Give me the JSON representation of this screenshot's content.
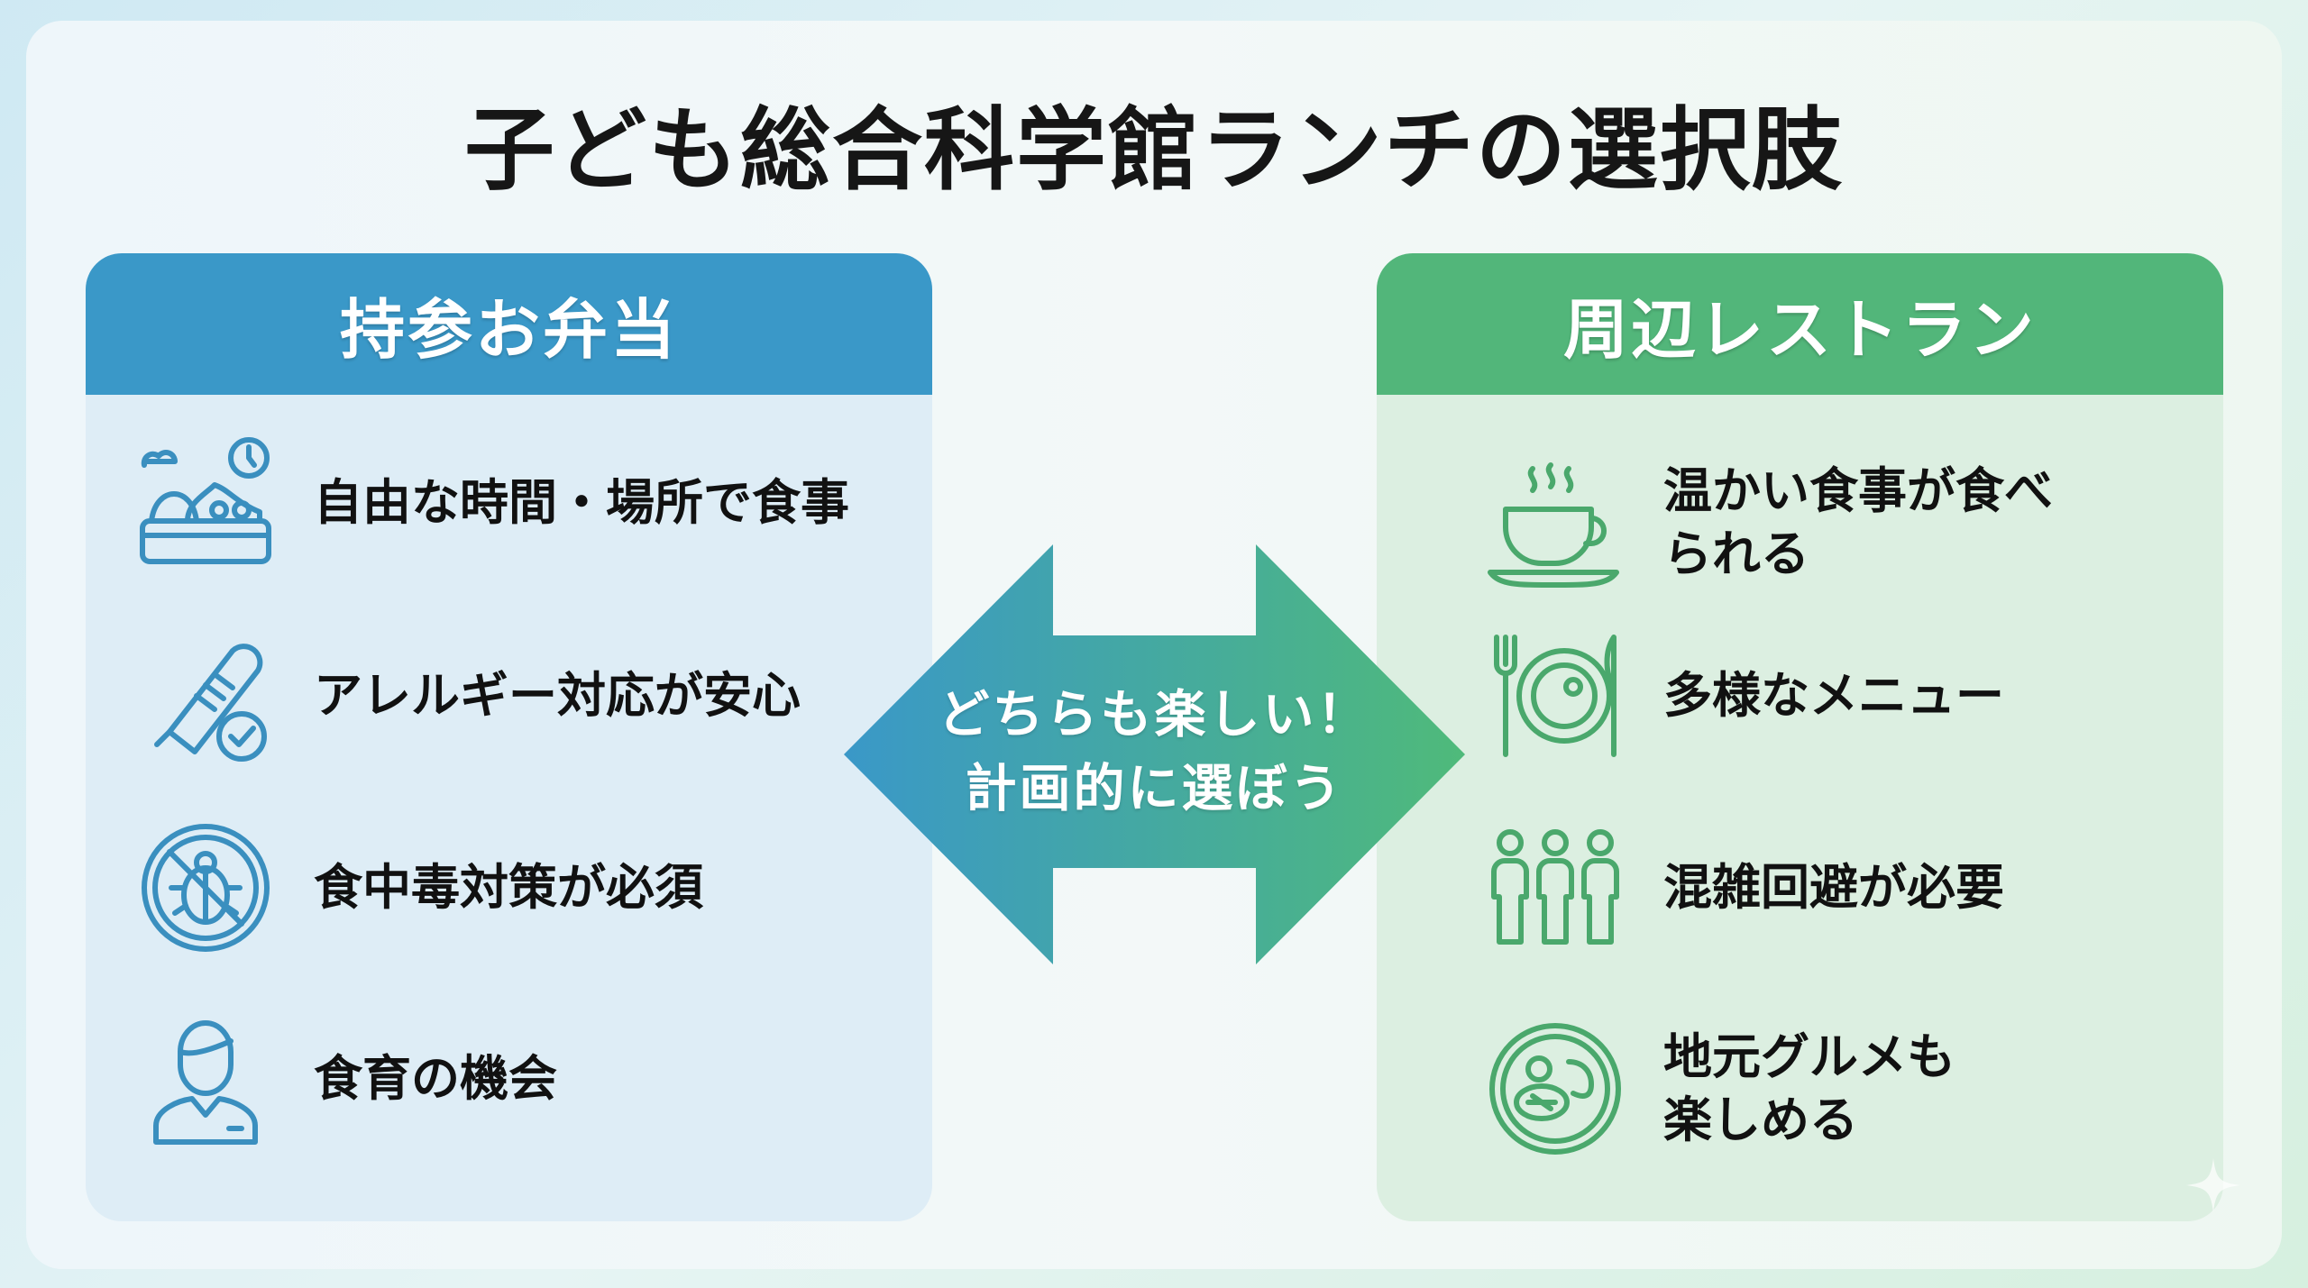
{
  "title": "子ども総合科学館ランチの選択肢",
  "left_panel": {
    "heading": "持参お弁当",
    "color": "#3a98c8",
    "items": [
      {
        "icon": "bento-icon",
        "text": "自由な時間・場所で食事"
      },
      {
        "icon": "allergy-check-icon",
        "text": "アレルギー対応が安心"
      },
      {
        "icon": "no-bug-icon",
        "text": "食中毒対策が必須"
      },
      {
        "icon": "person-icon",
        "text": "食育の機会"
      }
    ]
  },
  "right_panel": {
    "heading": "周辺レストラン",
    "color": "#52b67a",
    "items": [
      {
        "icon": "hot-cup-icon",
        "text": "温かい食事が食べ",
        "text2": "られる"
      },
      {
        "icon": "plate-fork-icon",
        "text": "多様なメニュー"
      },
      {
        "icon": "crowd-icon",
        "text": "混雑回避が必要"
      },
      {
        "icon": "local-dish-icon",
        "text": "地元グルメも",
        "text2": "楽しめる"
      }
    ]
  },
  "center": {
    "line1": "どちらも楽しい！",
    "line2": "計画的に選ぼう"
  }
}
